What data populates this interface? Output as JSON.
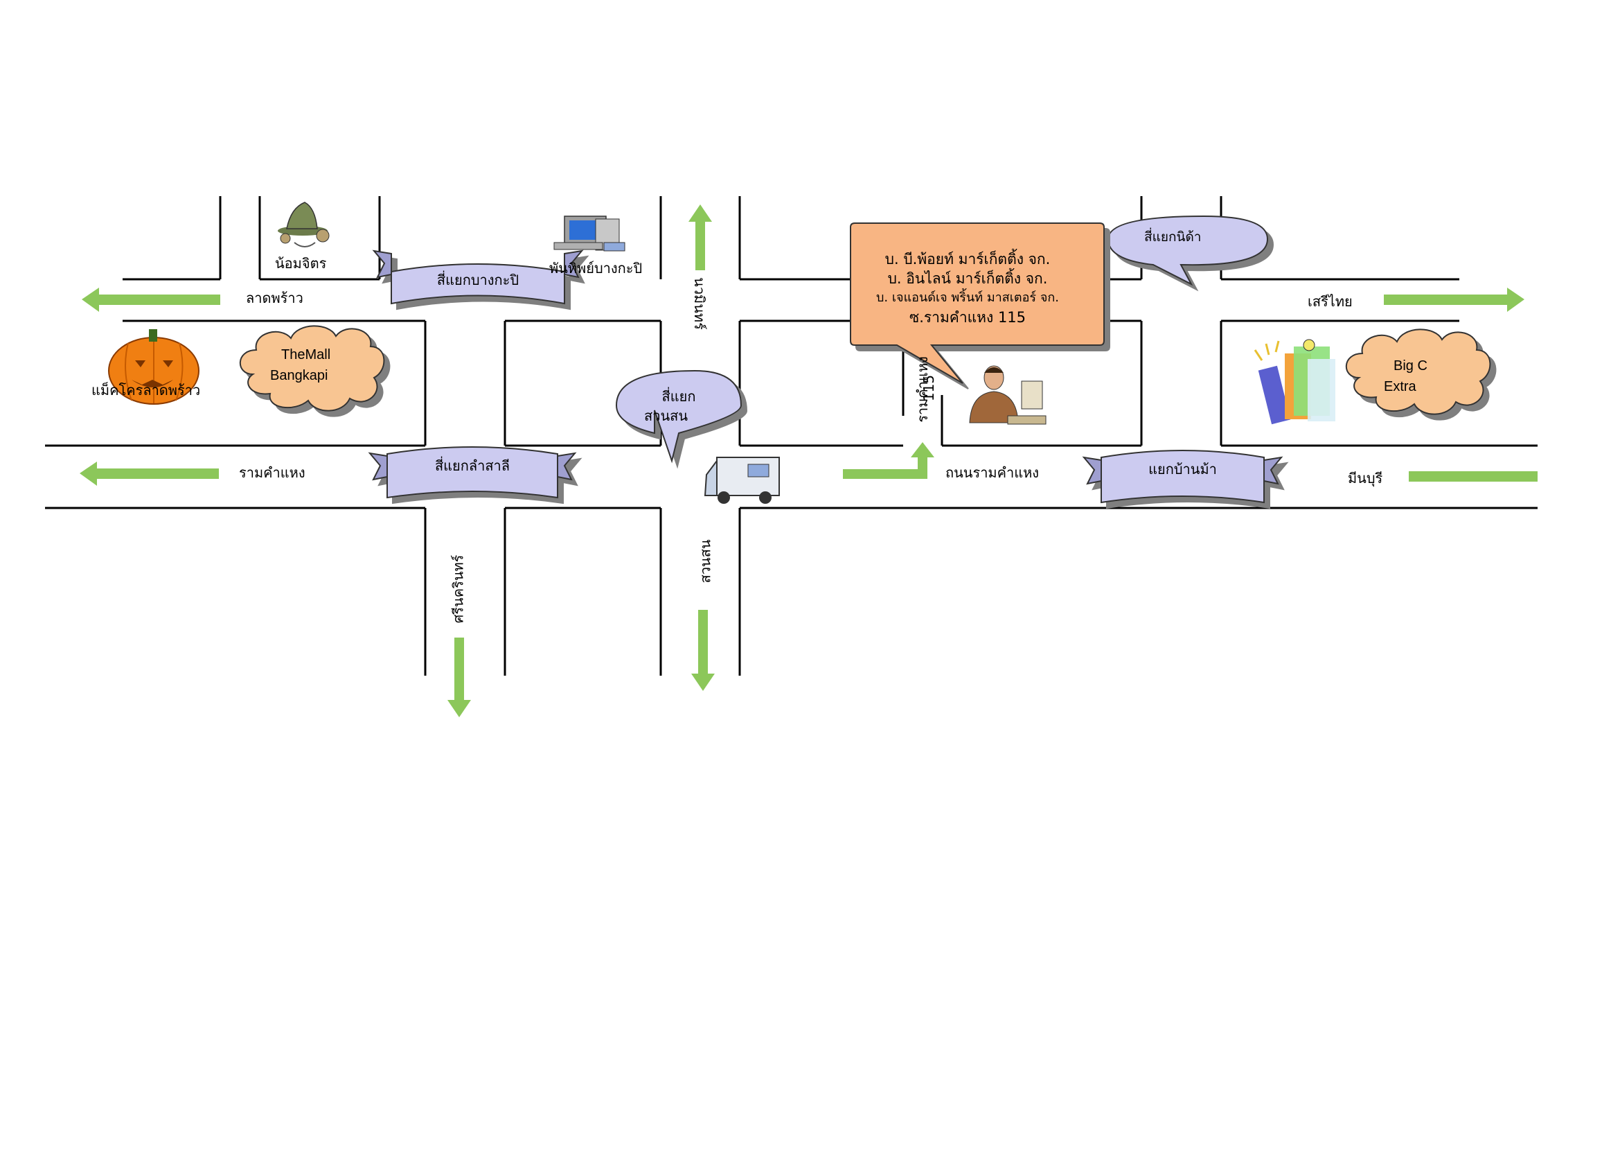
{
  "roads": {
    "lat_phrao": "ลาดพร้าว",
    "ramkhamhaeng_west": "รามคำแหง",
    "ramkhamhaeng_road": "ถนนรามคำแหง",
    "seri_thai": "เสรีไทย",
    "min_buri": "มีนบุรี",
    "sri_nakharin": "ศรีนครินทร์",
    "suan_son_north": "นวมินทร์",
    "suan_son_south": "สวนสน",
    "ramkhamhaeng_115": [
      "รามคำแหง",
      "115"
    ]
  },
  "intersections": {
    "bang_kapi": "สี่แยกบางกะปิ",
    "lam_sali": "สี่แยกลำสาลี",
    "ban_ma": "แยกบ้านม้า",
    "suan_son": [
      "สี่แยก",
      "สวนสน"
    ],
    "nida": "สี่แยกนิด้า"
  },
  "landmarks": {
    "nom_jit": "น้อมจิตร",
    "printer_shop": "พันทิพย์บางกะปิ",
    "makro": "แม็คโครลาดพร้าว",
    "the_mall": [
      "TheMall",
      "Bangkapi"
    ],
    "big_c": [
      "Big C",
      "Extra"
    ]
  },
  "callout": {
    "line1": "บ.  บี.พ้อยท์ มาร์เก็ตติ้ง จก.",
    "line2": "บ.  อินไลน์ มาร์เก็ตติ้ง จก.",
    "line3": "บ. เจแอนด์เจ พริ้นท์ มาสเตอร์ จก.",
    "line4": "ซ.รามคำแหง 115"
  },
  "icons": [
    "hat-icon",
    "computer-icon",
    "pumpkin-icon",
    "office-worker-icon",
    "ambulance-icon",
    "shopping-bags-icon"
  ],
  "colors": {
    "arrow": "#8cc75a",
    "ribbon": "#cccbf0",
    "bubble": "#cccbf0",
    "callout": "#f8b583",
    "cloud": "#f8c592",
    "road_line": "#000000"
  }
}
